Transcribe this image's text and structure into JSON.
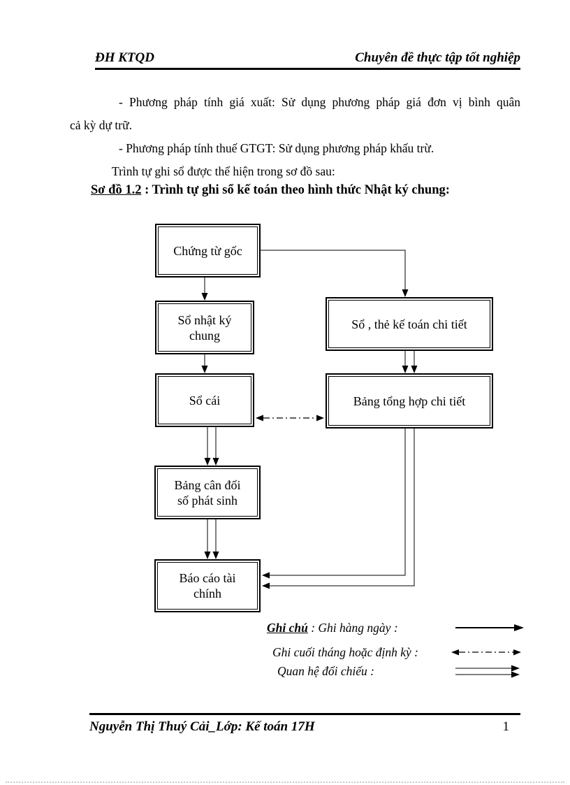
{
  "header": {
    "left": "ĐH KTQD",
    "right": "Chuyên đề thực tập tốt nghiệp"
  },
  "body": {
    "para1_lines": [
      "- Phương pháp tính giá xuất: Sử dụng phương pháp giá đơn vị bình quân",
      "cả kỳ dự trữ."
    ],
    "para2": "- Phương pháp tính thuế GTGT: Sử dụng phương pháp khấu trừ.",
    "para3": "Trình tự ghi sổ được thể hiện trong sơ đồ sau:",
    "caption": {
      "lead": "Sơ đồ 1.2",
      "sep": " : ",
      "rest": "Trình tự ghi sổ kế toán theo hình thức Nhật ký chung:"
    }
  },
  "diagram": {
    "nodes": [
      {
        "id": "chung-tu-goc",
        "label": "Chứng từ gốc"
      },
      {
        "id": "so-nhat-ky-chung",
        "label": "Sổ nhật ký chung"
      },
      {
        "id": "so-the-ke-toan-chi-tiet",
        "label": "Sổ , thẻ kế toán chi tiết"
      },
      {
        "id": "so-cai",
        "label": "Sổ cái"
      },
      {
        "id": "bang-tong-hop-chi-tiet",
        "label": "Bảng tổng hợp chi tiết"
      },
      {
        "id": "bang-can-doi-so-phat-sinh",
        "label": "Bảng cân đối số phát sinh"
      },
      {
        "id": "bao-cao-tai-chinh",
        "label": "Báo cáo tài chính"
      }
    ],
    "edges": [
      {
        "from": "chung-tu-goc",
        "to": "so-nhat-ky-chung",
        "style": "solid-arrow"
      },
      {
        "from": "chung-tu-goc",
        "to": "so-the-ke-toan-chi-tiet",
        "style": "solid-arrow"
      },
      {
        "from": "so-nhat-ky-chung",
        "to": "so-cai",
        "style": "solid-arrow"
      },
      {
        "from": "so-the-ke-toan-chi-tiet",
        "to": "bang-tong-hop-chi-tiet",
        "style": "double-arrow"
      },
      {
        "from": "so-cai",
        "to": "bang-tong-hop-chi-tiet",
        "style": "dashdot-both-ends"
      },
      {
        "from": "so-cai",
        "to": "bang-can-doi-so-phat-sinh",
        "style": "double-arrow"
      },
      {
        "from": "bang-can-doi-so-phat-sinh",
        "to": "bao-cao-tai-chinh",
        "style": "double-arrow"
      },
      {
        "from": "bang-tong-hop-chi-tiet",
        "to": "bao-cao-tai-chinh",
        "style": "double-arrow"
      }
    ]
  },
  "legend": {
    "title": "Ghi chú",
    "sep": " : ",
    "items": [
      {
        "label": "Ghi hàng ngày :",
        "arrow": "solid-right-arrow"
      },
      {
        "label": "Ghi cuối tháng hoặc định kỳ :",
        "arrow": "dashdot-both-ends-arrow"
      },
      {
        "label": "Quan hệ đối chiếu :",
        "arrow": "double-right-arrow"
      }
    ]
  },
  "footer": {
    "left": "Nguyễn Thị Thuý Cải_Lớp: Kế toán 17H",
    "page_number": "1"
  },
  "colors": {
    "ink": "#000000",
    "paper": "#ffffff"
  }
}
